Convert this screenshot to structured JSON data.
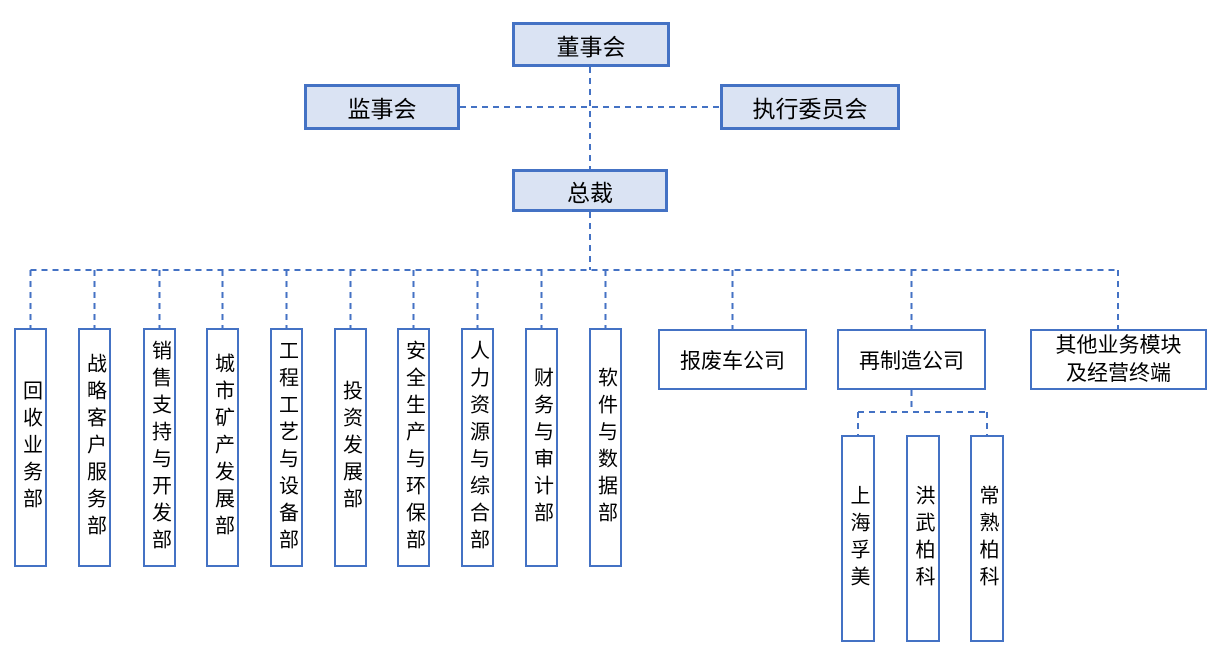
{
  "chart_title": "",
  "colors": {
    "box_border": "#4472c4",
    "connector_line": "#4472c4",
    "top_box_fill": "#dae3f3",
    "plain_box_fill": "#ffffff",
    "text": "#000000",
    "background": "#ffffff"
  },
  "nodes": {
    "board": "董事会",
    "supervisory_board": "监事会",
    "executive_committee": "执行委员会",
    "president": "总裁"
  },
  "departments": [
    "回收业务部",
    "战略客户服务部",
    "销售支持与开发部",
    "城市矿产发展部",
    "工程工艺与设备部",
    "投资发展部",
    "安全生产与环保部",
    "人力资源与综合部",
    "财务与审计部",
    "软件与数据部"
  ],
  "companies": [
    {
      "label": "报废车公司"
    },
    {
      "label": "再制造公司"
    },
    {
      "label": "其他业务模块\n及经营终端"
    }
  ],
  "subsidiaries": [
    "上海孚美",
    "洪武柏科",
    "常熟柏科"
  ]
}
